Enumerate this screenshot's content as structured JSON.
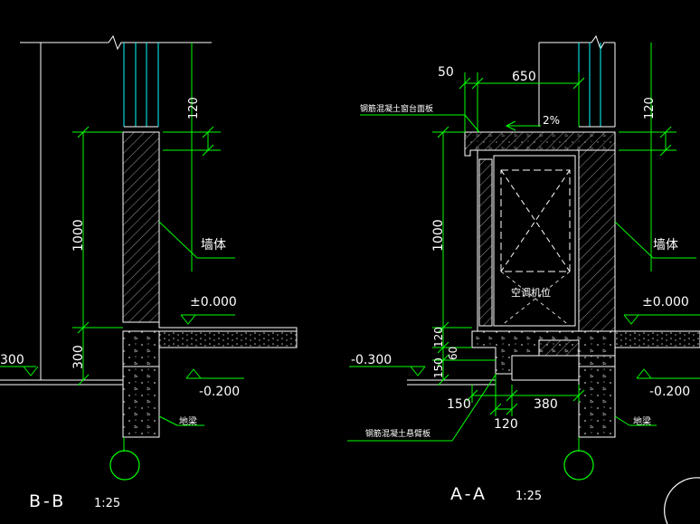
{
  "section_bb": {
    "title": "B-B",
    "scale": "1:25",
    "dims": {
      "top": "120",
      "mid": "1000",
      "low": "300",
      "left_level": "300"
    },
    "wall_label": "墙体",
    "level_zero": "±0.000",
    "level_low": "-0.200",
    "beam_label": "地梁"
  },
  "section_aa": {
    "title": "A-A",
    "scale": "1:25",
    "dims": {
      "d50": "50",
      "d650": "650",
      "top": "120",
      "mid": "1000",
      "b120": "120",
      "b60": "60",
      "b150v": "150",
      "b150h": "150",
      "b380": "380",
      "b120h": "120"
    },
    "slope": "2%",
    "top_slab_label": "钢筋混凝土窗台面板",
    "ac_label": "空调机位",
    "wall_label": "墙体",
    "level_zero": "±0.000",
    "level_left": "-0.300",
    "level_low": "-0.200",
    "beam_label": "地梁",
    "bottom_slab_label": "钢筋混凝土悬臂板"
  },
  "colors": {
    "background": "#000000",
    "linework": "#ffffff",
    "dimension": "#00ff00",
    "glass": "#00ffff",
    "axis_circle": "#00ff00"
  }
}
